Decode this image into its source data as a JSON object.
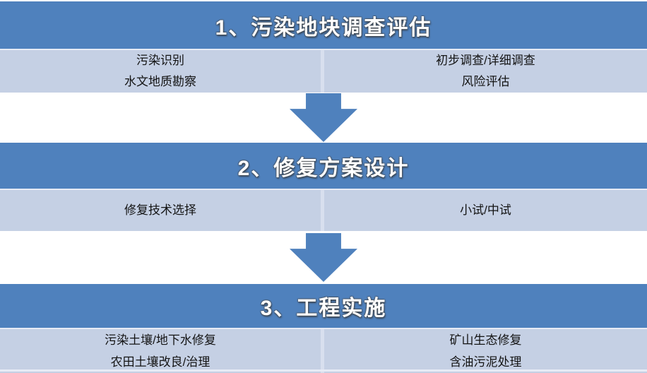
{
  "diagram": {
    "kind": "process-flowchart",
    "colors": {
      "header_bg": "#4f81bd",
      "header_text": "#ffffff",
      "cell_bg": "#c5d0e4",
      "cell_text": "#141414",
      "divider": "#d8dfee",
      "arrow": "#4f81bd",
      "page_bg": "#ffffff"
    },
    "stages": [
      {
        "title": "1、污染地块调查评估",
        "left_items": [
          "污染识别",
          "水文地质勘察"
        ],
        "right_items": [
          "初步调查/详细调查",
          "风险评估"
        ]
      },
      {
        "title": "2、修复方案设计",
        "left_items": [
          "修复技术选择"
        ],
        "right_items": [
          "小试/中试"
        ]
      },
      {
        "title": "3、工程实施",
        "left_items": [
          "污染土壤/地下水修复",
          "农田土壤改良/治理"
        ],
        "right_items": [
          "矿山生态修复",
          "含油污泥处理"
        ]
      }
    ],
    "arrows": [
      {
        "name": "down-arrow",
        "from": "stage-1",
        "to": "stage-2"
      },
      {
        "name": "down-arrow",
        "from": "stage-2",
        "to": "stage-3"
      }
    ]
  }
}
